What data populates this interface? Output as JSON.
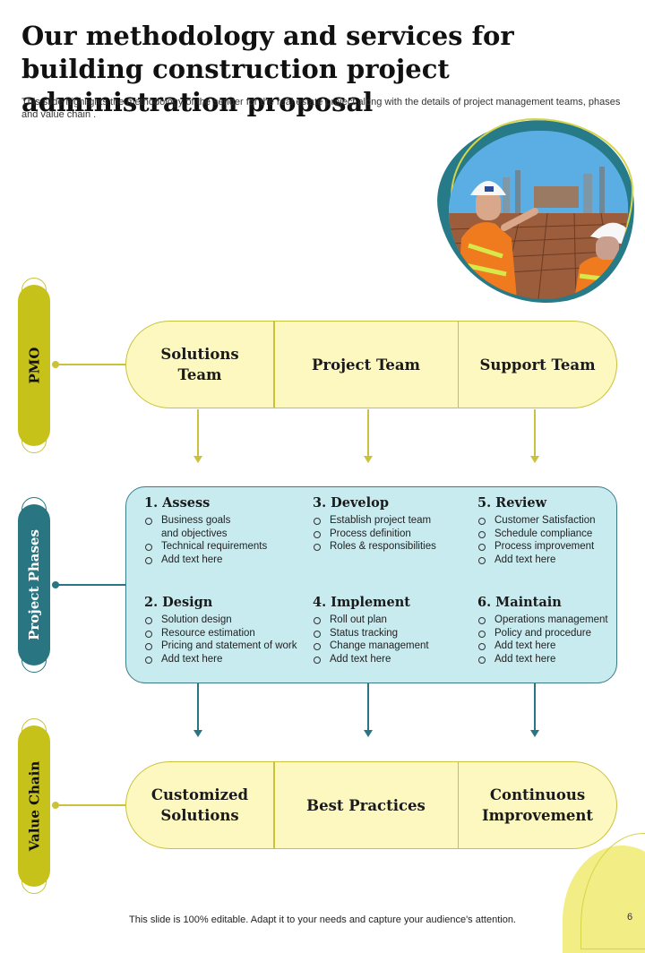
{
  "header": {
    "title": "Our methodology and services for building construction project administration proposal",
    "subtitle": "This slide highlights the methodology of the sender for the real estate project along with the details of project management teams, phases and value chain ."
  },
  "colors": {
    "accent_yellow": "#c9c23a",
    "pill_yellow": "#c7c21a",
    "box_yellow": "#fdf7c0",
    "teal": "#2a7582",
    "box_blue": "#c8ebf0"
  },
  "pmo": {
    "label": "PMO",
    "cells": [
      "Solutions\nTeam",
      "Project Team",
      "Support Team"
    ]
  },
  "phases": {
    "label": "Project Phases",
    "items": [
      {
        "title": "1. Assess",
        "bullets": [
          "Business goals\nand objectives",
          "Technical requirements",
          "Add text here"
        ]
      },
      {
        "title": "3. Develop",
        "bullets": [
          "Establish project team",
          "Process definition",
          "Roles & responsibilities"
        ]
      },
      {
        "title": "5. Review",
        "bullets": [
          "Customer Satisfaction",
          "Schedule compliance",
          "Process improvement",
          "Add text here"
        ]
      },
      {
        "title": "2. Design",
        "bullets": [
          "Solution design",
          "Resource estimation",
          "Pricing and statement of work",
          "Add text here"
        ]
      },
      {
        "title": "4. Implement",
        "bullets": [
          "Roll out plan",
          "Status tracking",
          "Change management",
          "Add text here"
        ]
      },
      {
        "title": "6. Maintain",
        "bullets": [
          "Operations management",
          "Policy and procedure",
          "Add text here",
          "Add text here"
        ]
      }
    ]
  },
  "value_chain": {
    "label": "Value Chain",
    "cells": [
      "Customized\nSolutions",
      "Best Practices",
      "Continuous\nImprovement"
    ]
  },
  "footer": {
    "note": "This slide is 100% editable. Adapt it to your needs and capture your audience's attention.",
    "page_number": "6"
  }
}
